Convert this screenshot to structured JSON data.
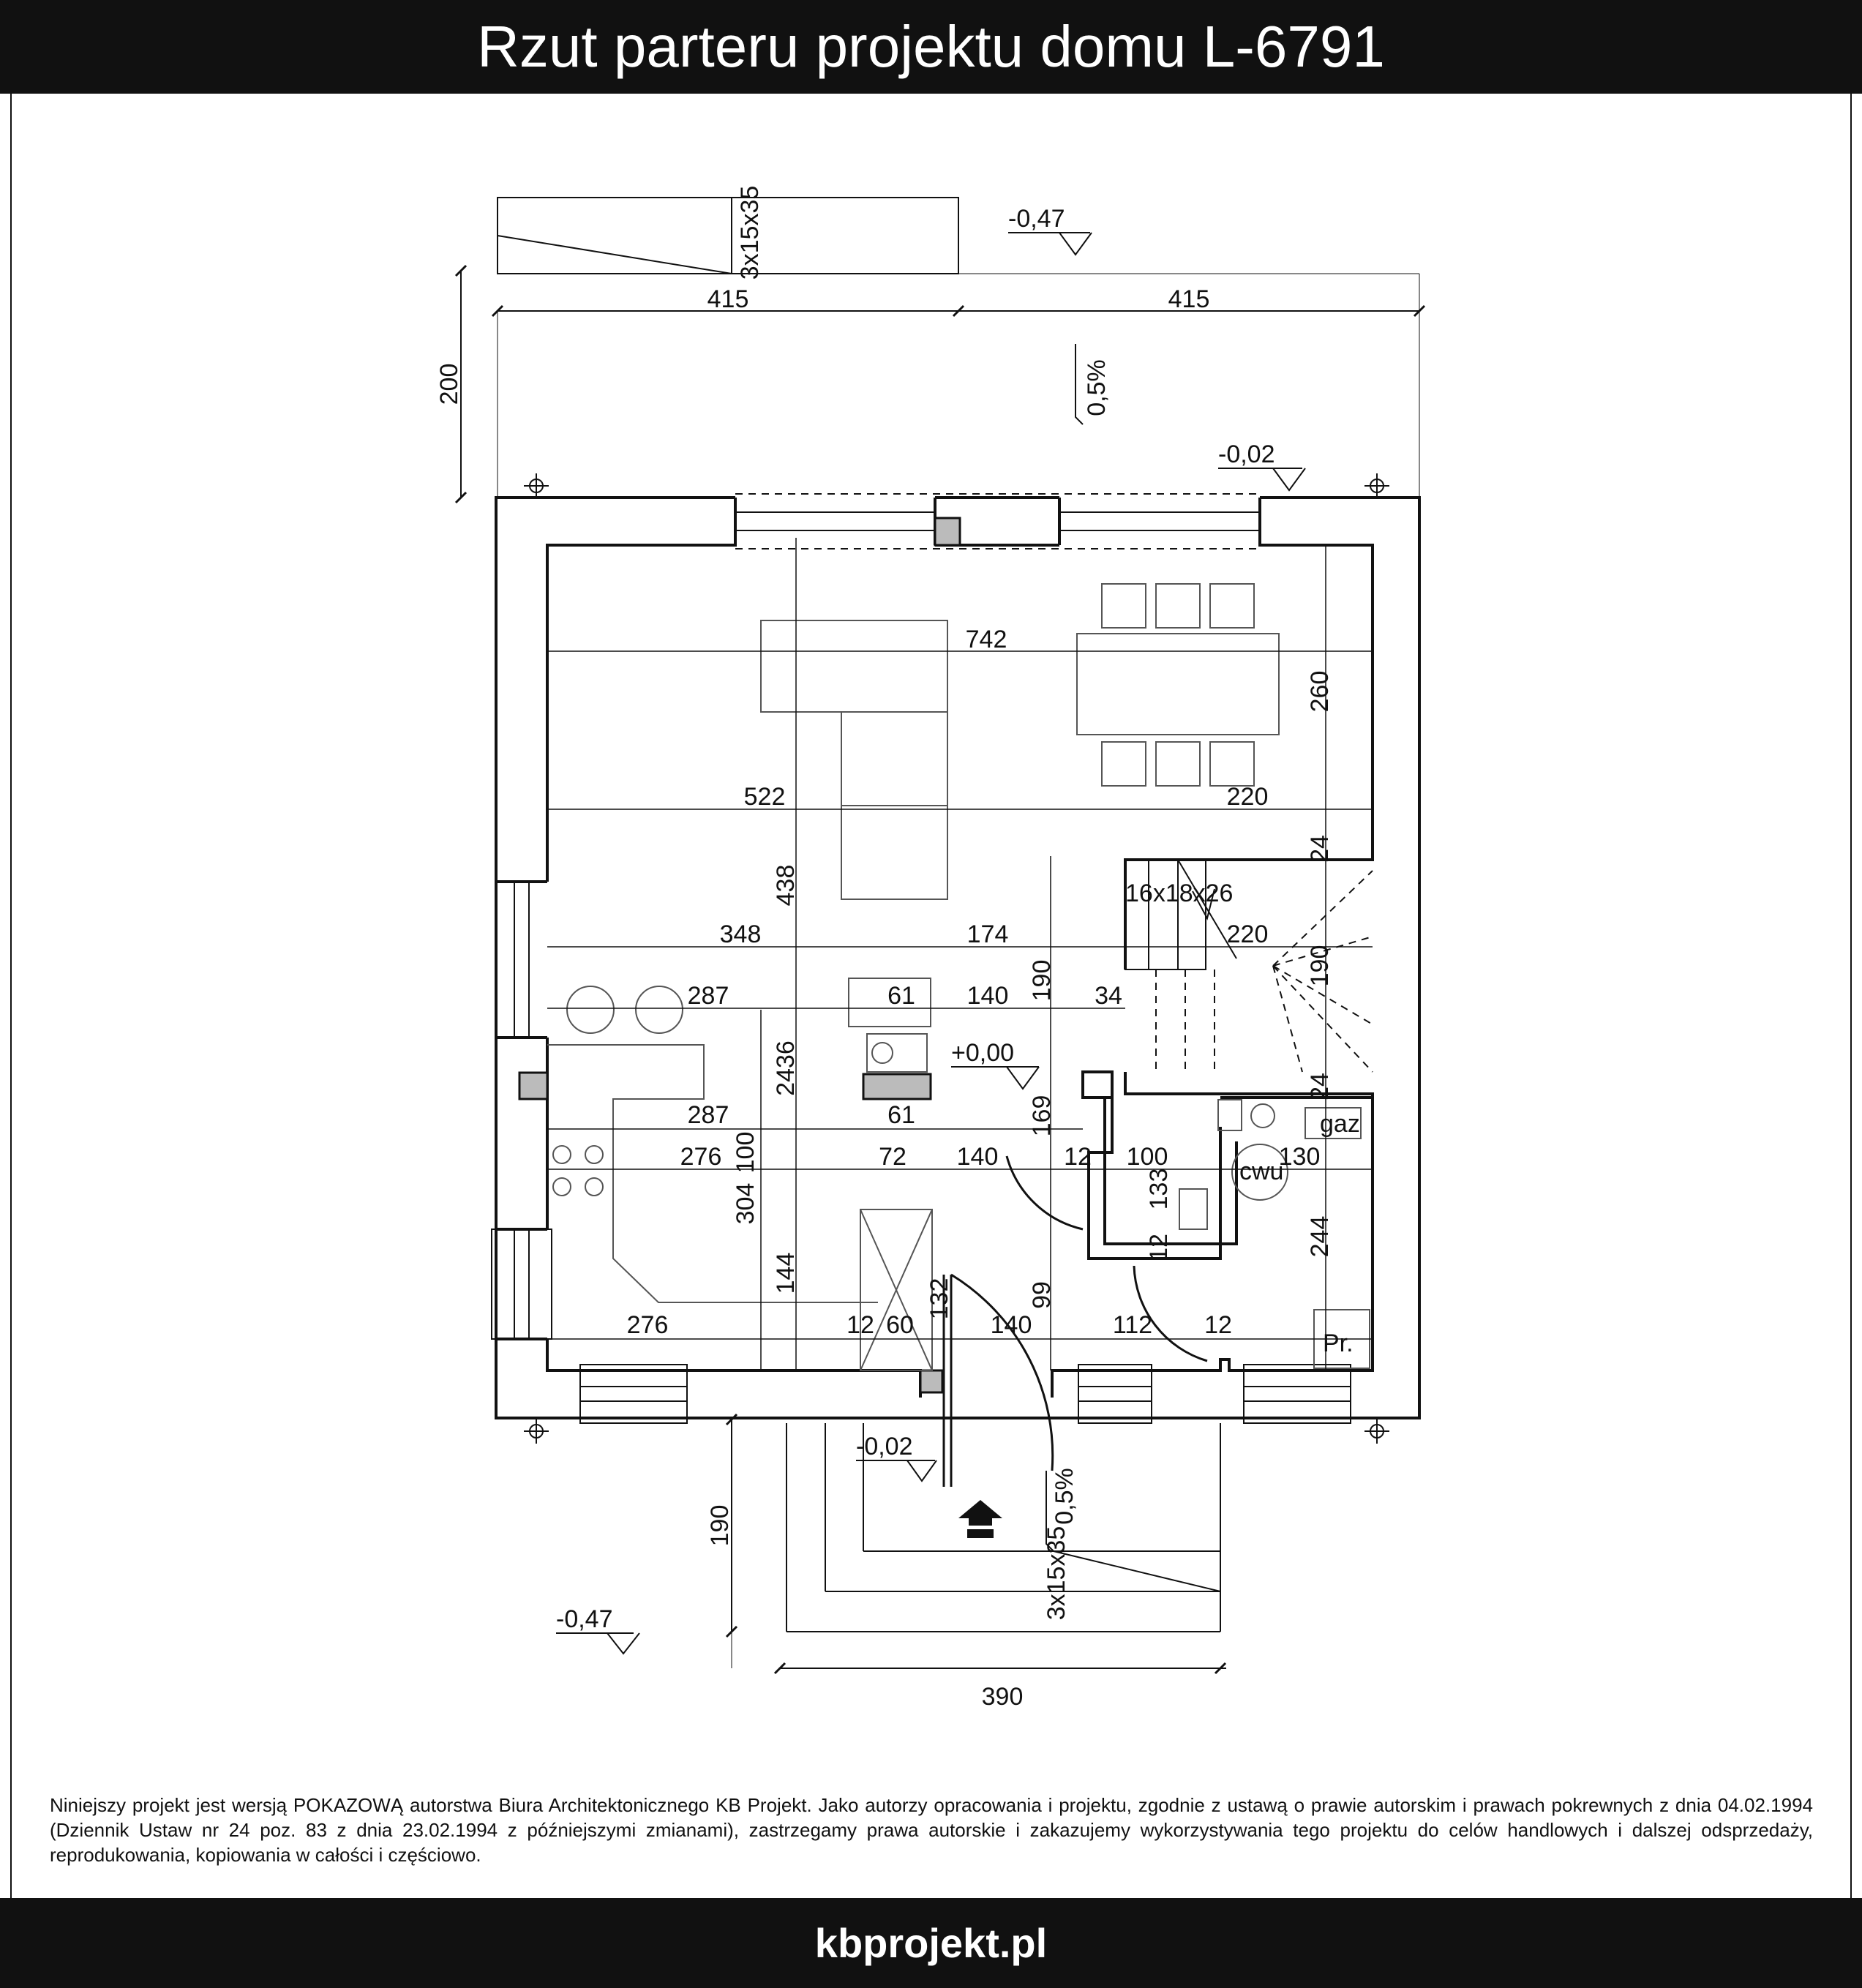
{
  "header": {
    "title": "Rzut parteru projektu domu L-6791"
  },
  "footer": {
    "site": "kbprojekt.pl",
    "notice": "Niniejszy projekt jest wersją POKAZOWĄ autorstwa Biura Architektonicznego KB Projekt. Jako autorzy opracowania i projektu, zgodnie z ustawą o prawie autorskim i prawach pokrewnych z dnia 04.02.1994 (Dziennik Ustaw nr 24 poz. 83 z dnia 23.02.1994 z późniejszymi zmianami), zastrzegamy prawa autorskie i zakazujemy wykorzystywania tego projektu do celów handlowych i dalszej odsprzedaży, reprodukowania, kopiowania w całości i częściowo."
  },
  "plan": {
    "levels": {
      "top_stairs": "-0,47",
      "top_terrace": "-0,02",
      "floor": "+0,00",
      "entrance": "-0,02",
      "bottom_stairs": "-0,47"
    },
    "slopes": {
      "top": "0,5%",
      "bottom": "0,5%"
    },
    "stairs": {
      "top": "3x15x35",
      "bottom": "3x15x35",
      "inner": "16x18x26"
    },
    "labels": {
      "gas": "gaz",
      "boiler": "cwu",
      "laundry": "Pr."
    },
    "dims": {
      "top_left": "415",
      "top_right": "415",
      "terrace_depth": "200",
      "living_width": "742",
      "dining_depth": "260",
      "living_span": "522",
      "stair_width": "220",
      "height_total": "438",
      "stair_len": "190",
      "kitchen_a": "348",
      "kitchen_b": "174",
      "stair_width_2": "220",
      "stair_len_2": "190",
      "k287_top": "287",
      "chimney_w": "61",
      "hall_w": "140",
      "w34": "34",
      "k2436": "2436",
      "w24_a": "24",
      "w24_b": "24",
      "k287_bot": "287",
      "chimney_w2": "61",
      "w169": "169",
      "k276_top": "276",
      "w72": "72",
      "w140_b": "140",
      "w12_a": "12",
      "w100_a": "100",
      "w130": "130",
      "w304": "304",
      "w100_b": "100",
      "w133": "133",
      "w244": "244",
      "w12_b": "12",
      "w144": "144",
      "w132": "132",
      "w99": "99",
      "k276_bot": "276",
      "w12_c": "12",
      "w60": "60",
      "w140_c": "140",
      "w112": "112",
      "w12_d": "12",
      "entrance_depth": "190",
      "entrance_width": "390"
    }
  }
}
